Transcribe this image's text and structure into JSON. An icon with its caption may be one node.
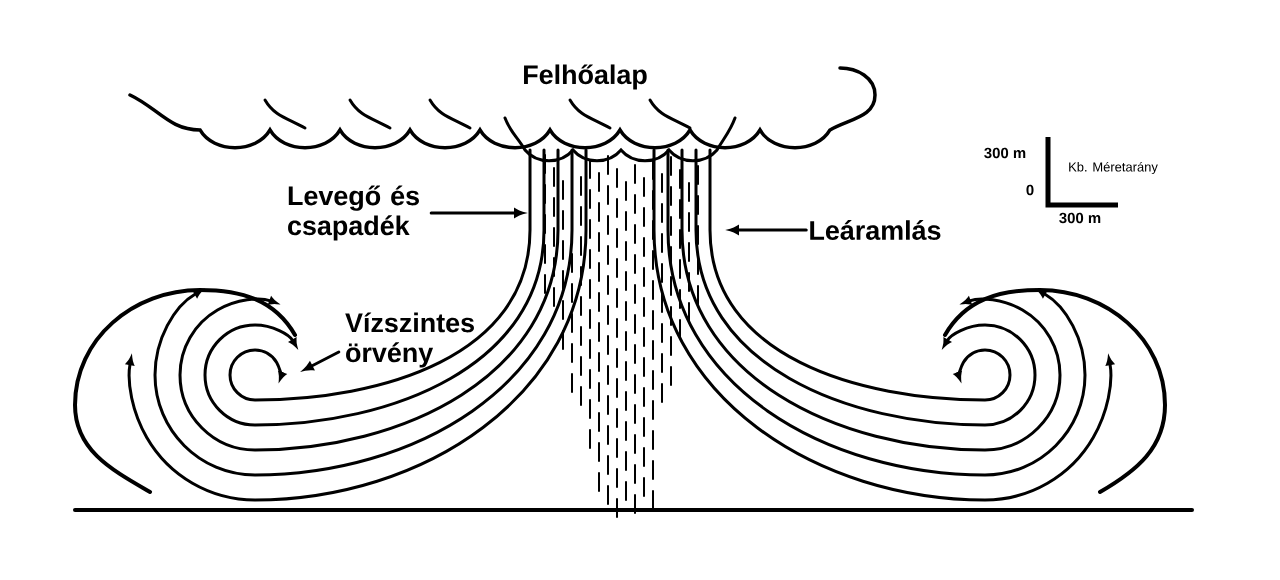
{
  "diagram": {
    "nodes": [
      {
        "text": [
          "Levegő és csapadék"
        ]
      },
      {
        "text": [
          "Leáramlás"
        ]
      },
      {
        "text": [
          "Vízszintes örvény"
        ]
      }
    ],
    "edges": [
      {
        "from": 0,
        "to": null,
        "arrow": "to"
      },
      {
        "from": 1,
        "to": null,
        "arrow": "to"
      },
      {
        "from": 2,
        "to": null,
        "arrow": "to"
      }
    ],
    "labels": [
      "Felhőalap",
      "300 m",
      "0",
      "Kb. Méretarány",
      "300 m"
    ]
  }
}
